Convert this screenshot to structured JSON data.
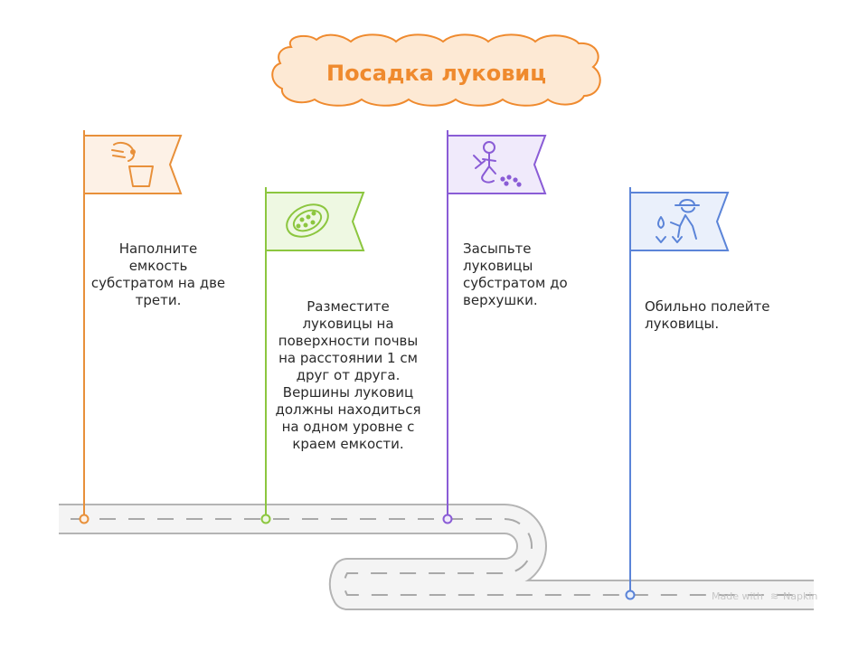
{
  "title": "Посадка луковиц",
  "steps": [
    {
      "text": "Наполните емкость субстратом на две трети.",
      "icon": "hand-dropping-into-pot-icon",
      "color": "#e8903a",
      "fill": "#fdf1e6"
    },
    {
      "text": "Разместите луковицы на поверхности почвы на расстоянии 1 см друг от друга. Вершины луковиц должны находиться на одном уровне с краем емкости.",
      "icon": "bulb-with-seeds-icon",
      "color": "#8cc63f",
      "fill": "#eef8e2"
    },
    {
      "text": "Засыпьте луковицы субстратом до верхушки.",
      "icon": "person-shoveling-soil-icon",
      "color": "#8a5cd6",
      "fill": "#f0eafb"
    },
    {
      "text": "Обильно полейте луковицы.",
      "icon": "gardener-watering-icon",
      "color": "#5b84d8",
      "fill": "#eaf0fb"
    }
  ],
  "credit": {
    "prefix": "Made with",
    "brand": "Napkin",
    "mark": "napkin-logo-icon"
  }
}
